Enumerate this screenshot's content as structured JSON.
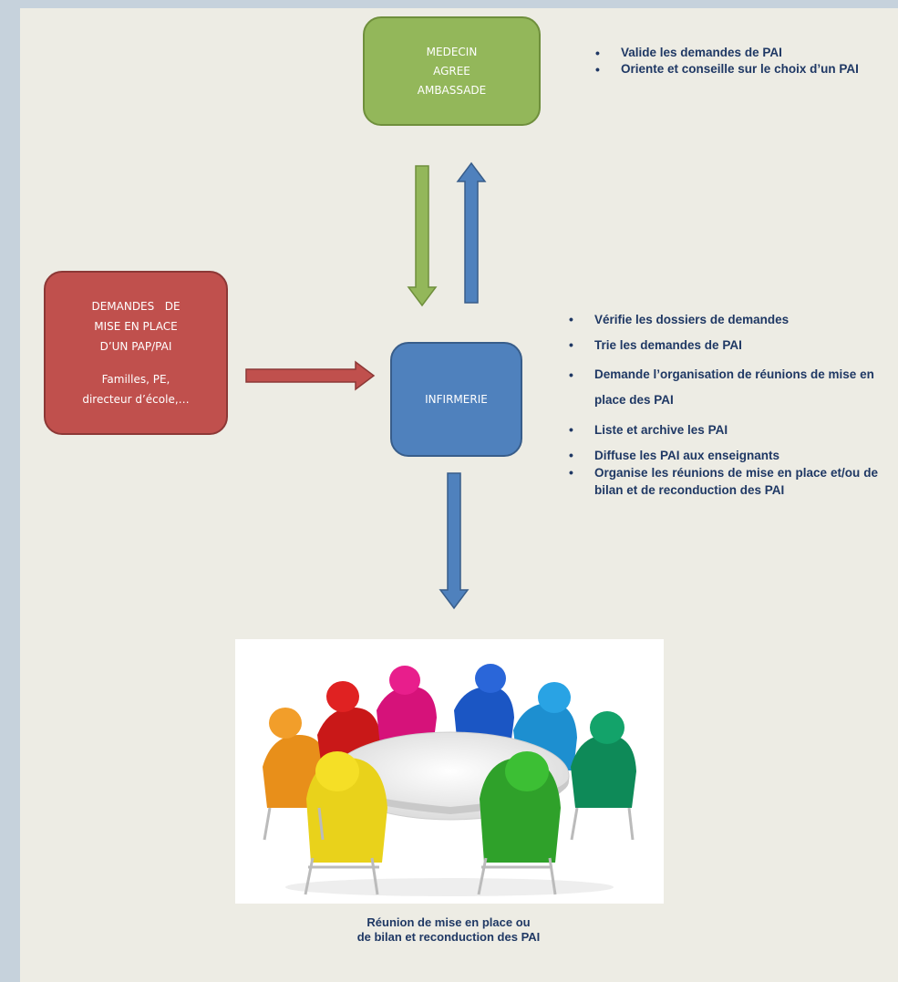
{
  "medecin": {
    "lines": [
      "MEDECIN",
      "AGREE",
      "AMBASSADE"
    ]
  },
  "medecin_tasks": [
    "Valide les demandes de PAI",
    "Oriente et conseille sur le choix d’un PAI"
  ],
  "demandes": {
    "lines": [
      "DEMANDES   DE",
      "MISE EN PLACE",
      "D’UN PAP/PAI"
    ],
    "sub_lines": [
      "Familles, PE,",
      "directeur d’école,…"
    ]
  },
  "infirmerie": {
    "label": "INFIRMERIE"
  },
  "infirmerie_tasks": [
    "Vérifie les dossiers de demandes",
    "Trie les demandes de PAI",
    "Demande l’organisation de réunions de mise en place des PAI",
    "Liste et archive les PAI",
    "Diffuse les PAI aux enseignants",
    "Organise les réunions de mise en place et/ou de bilan et de reconduction des PAI"
  ],
  "caption": {
    "lines": [
      "Réunion de mise en place ou",
      "de bilan et reconduction des PAI"
    ]
  },
  "colors": {
    "background": "#edece4",
    "frame": "#c6d2dc",
    "green": "#93b75a",
    "red": "#c0504d",
    "blue": "#4f81bd",
    "text": "#1f3864"
  },
  "icons": {
    "meeting": "people-around-table",
    "arrow_down_green": "arrow-down",
    "arrow_up_blue": "arrow-up",
    "arrow_right_red": "arrow-right",
    "arrow_down_blue": "arrow-down"
  }
}
